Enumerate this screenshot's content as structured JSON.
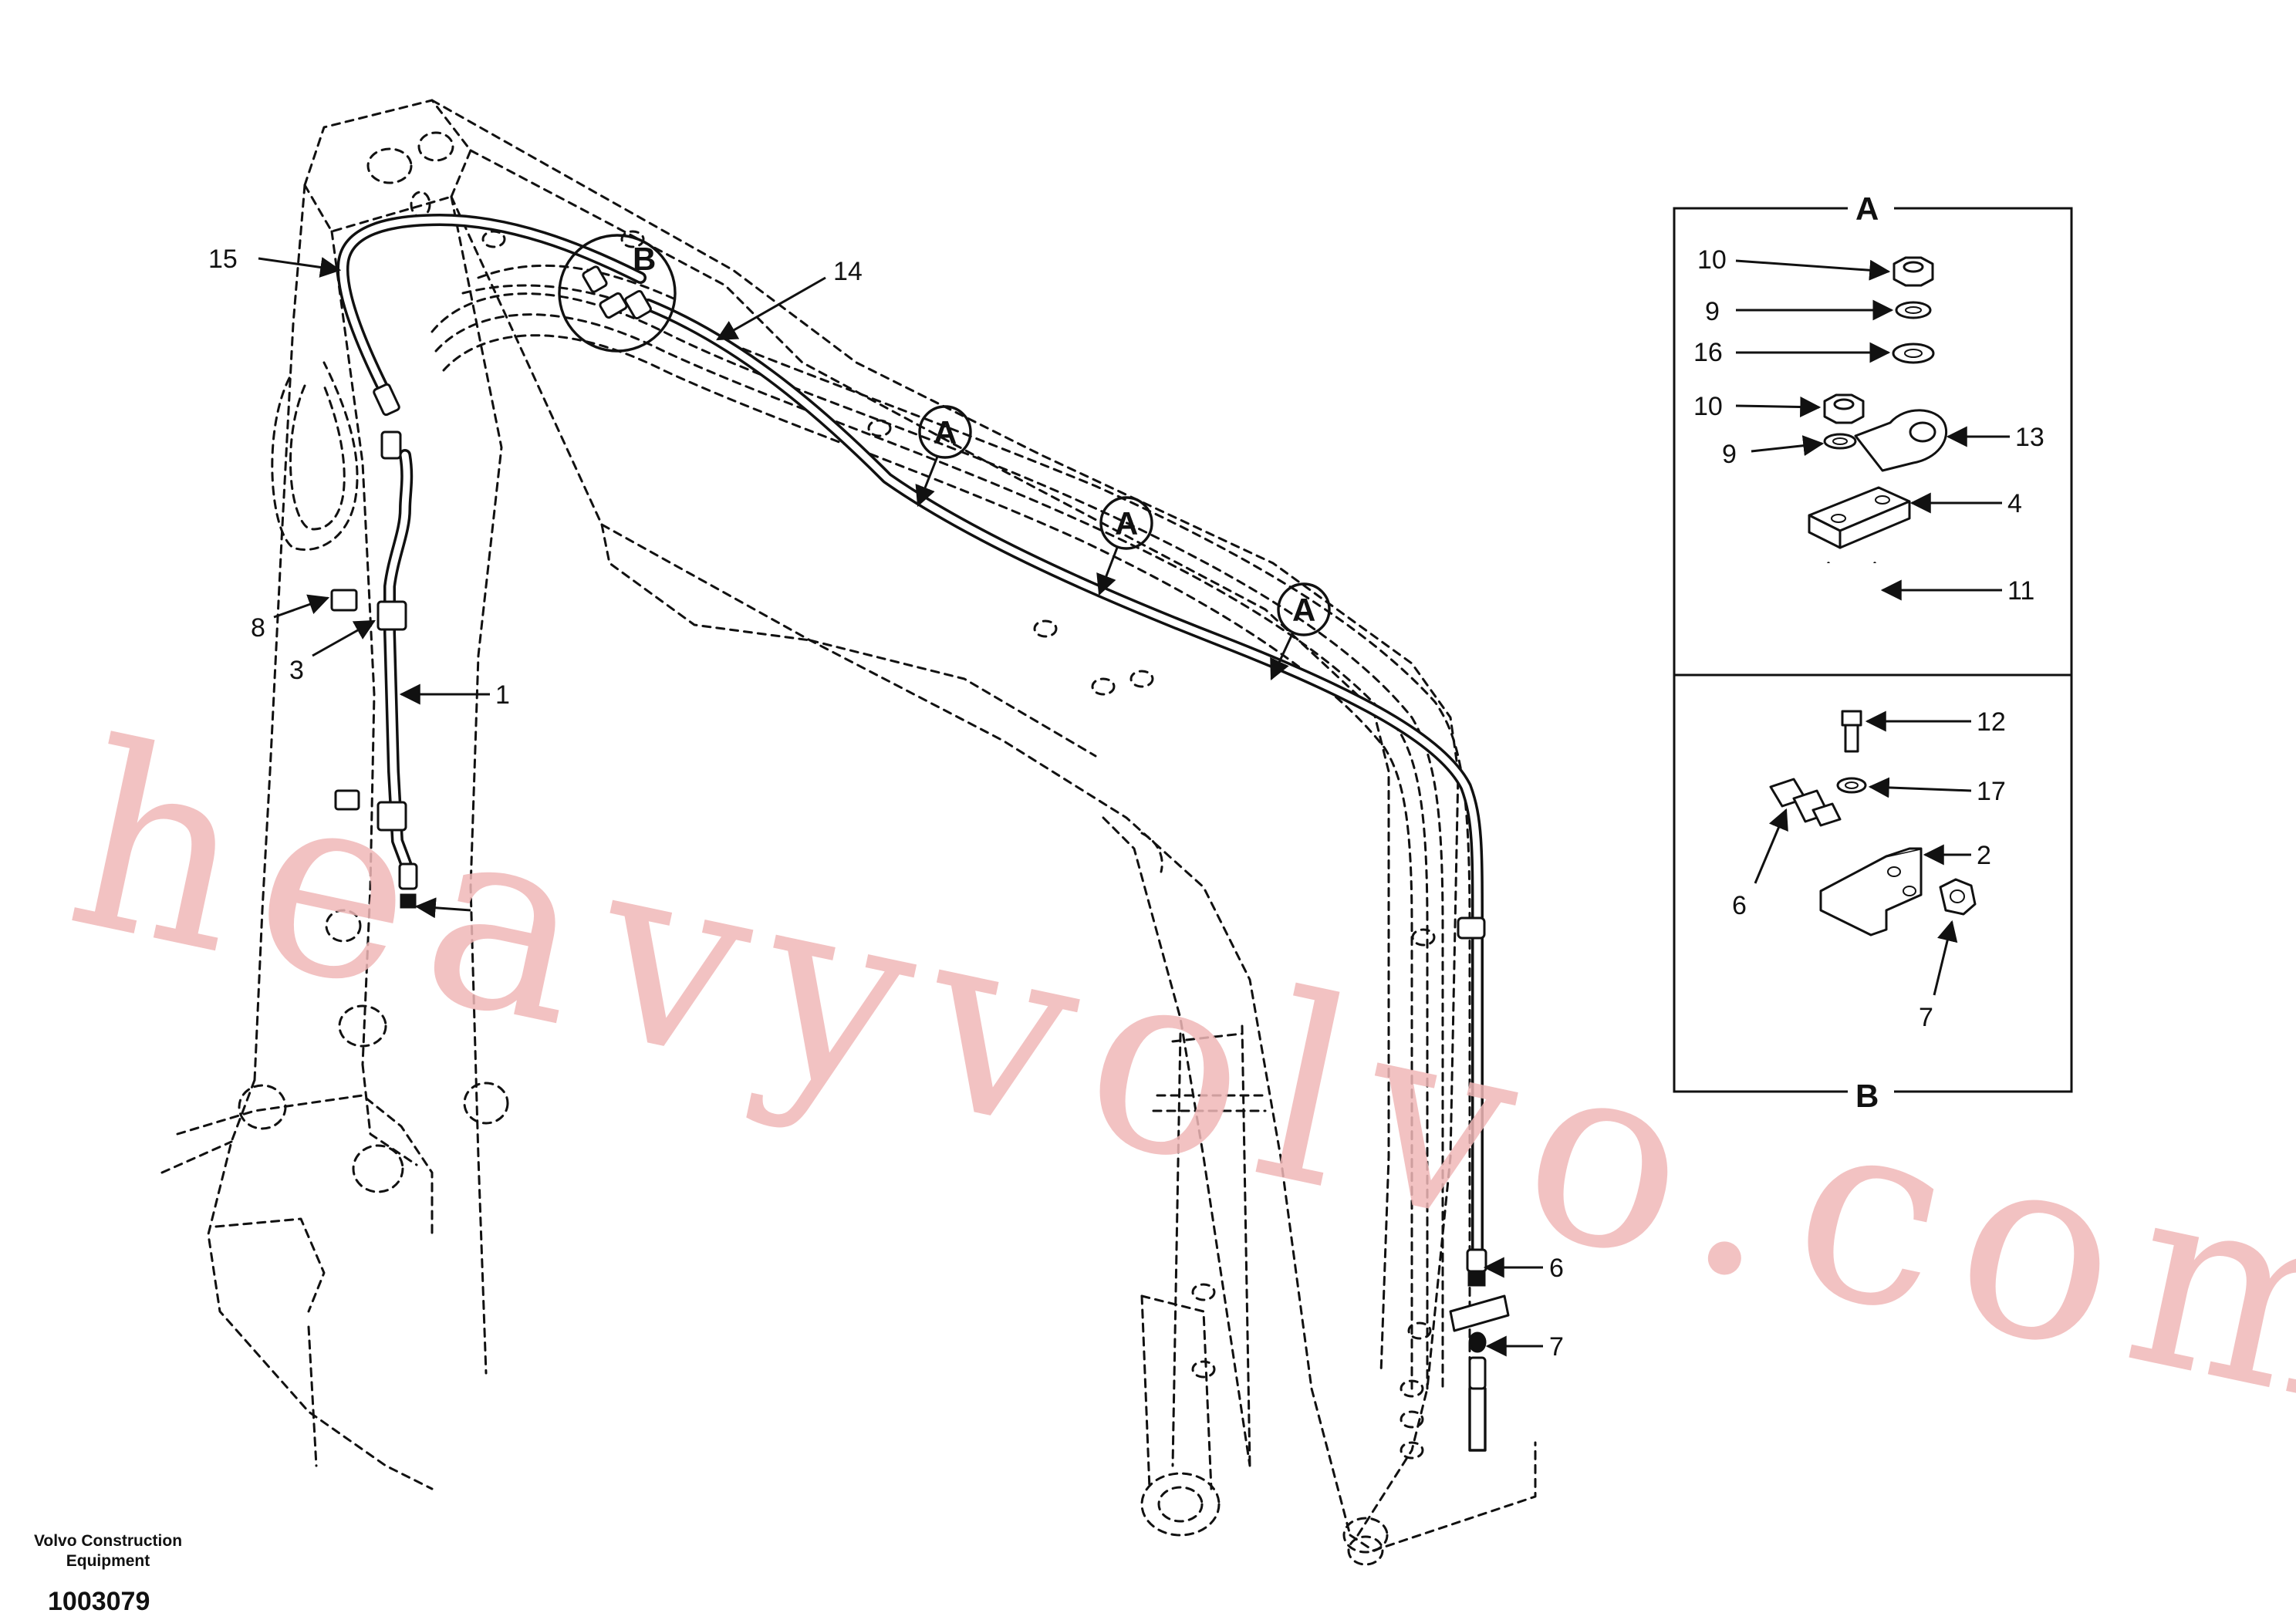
{
  "watermark": "heavyvolvo.com",
  "footer": {
    "brand_line1": "Volvo Construction",
    "brand_line2": "Equipment",
    "drawing_number": "1003079"
  },
  "main_callouts": {
    "c15": "15",
    "c14": "14",
    "c1": "1",
    "c8": "8",
    "c3": "3",
    "c6": "6",
    "c7": "7",
    "bubble_B": "B",
    "bubble_A1": "A",
    "bubble_A2": "A",
    "bubble_A3": "A"
  },
  "detail_A": {
    "title": "A",
    "labels": {
      "c10a": "10",
      "c9a": "9",
      "c16": "16",
      "c10b": "10",
      "c9b": "9",
      "c13": "13",
      "c4": "4",
      "c11": "11"
    }
  },
  "detail_B": {
    "title": "B",
    "labels": {
      "c12": "12",
      "c17": "17",
      "c2": "2",
      "c6": "6",
      "c7": "7"
    }
  }
}
